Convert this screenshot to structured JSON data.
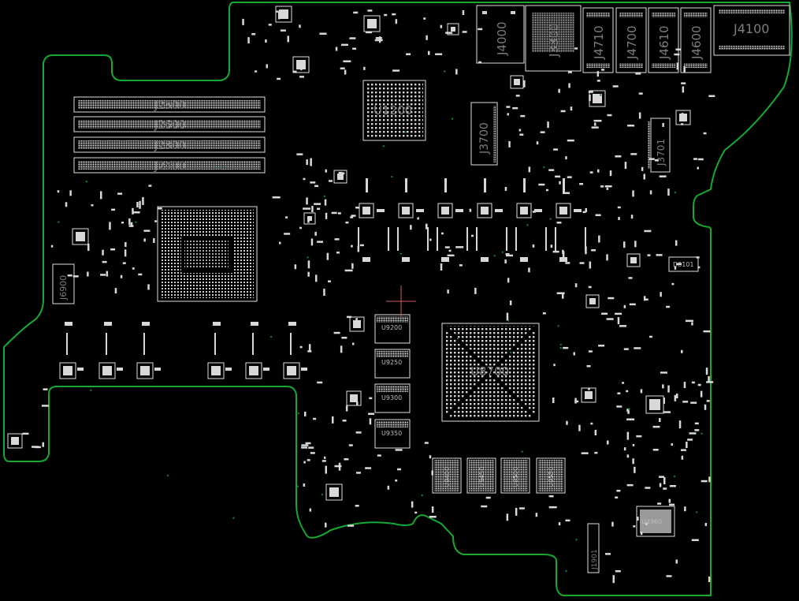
{
  "board": {
    "outline_color": "#16a832",
    "background": "#000000",
    "silkscreen_color": "#e0e0e0",
    "label_color": "#7d7d7d"
  },
  "connectors": {
    "j4000": "J4000",
    "j3300": "J3300",
    "j4710": "J4710",
    "j4700": "J4700",
    "j4610": "J4610",
    "j4600": "J4600",
    "j4100": "J4100",
    "j2500": "J2500",
    "j2600": "J2600",
    "j2300": "J2300",
    "j2400": "J2400",
    "j3700": "J3700",
    "j3701": "J3701",
    "j6900": "J6900",
    "j1901": "J1901"
  },
  "chips": {
    "u1200": "U1200",
    "u8700": "U8700",
    "u9200": "U9200",
    "u9250": "U9250",
    "u9300": "U9300",
    "u9350": "U9350",
    "u9400": "U9400",
    "u9450": "U9450",
    "u9500": "U9500",
    "u9550": "U9550",
    "d8101": "D8101",
    "u4960": "U4960"
  }
}
